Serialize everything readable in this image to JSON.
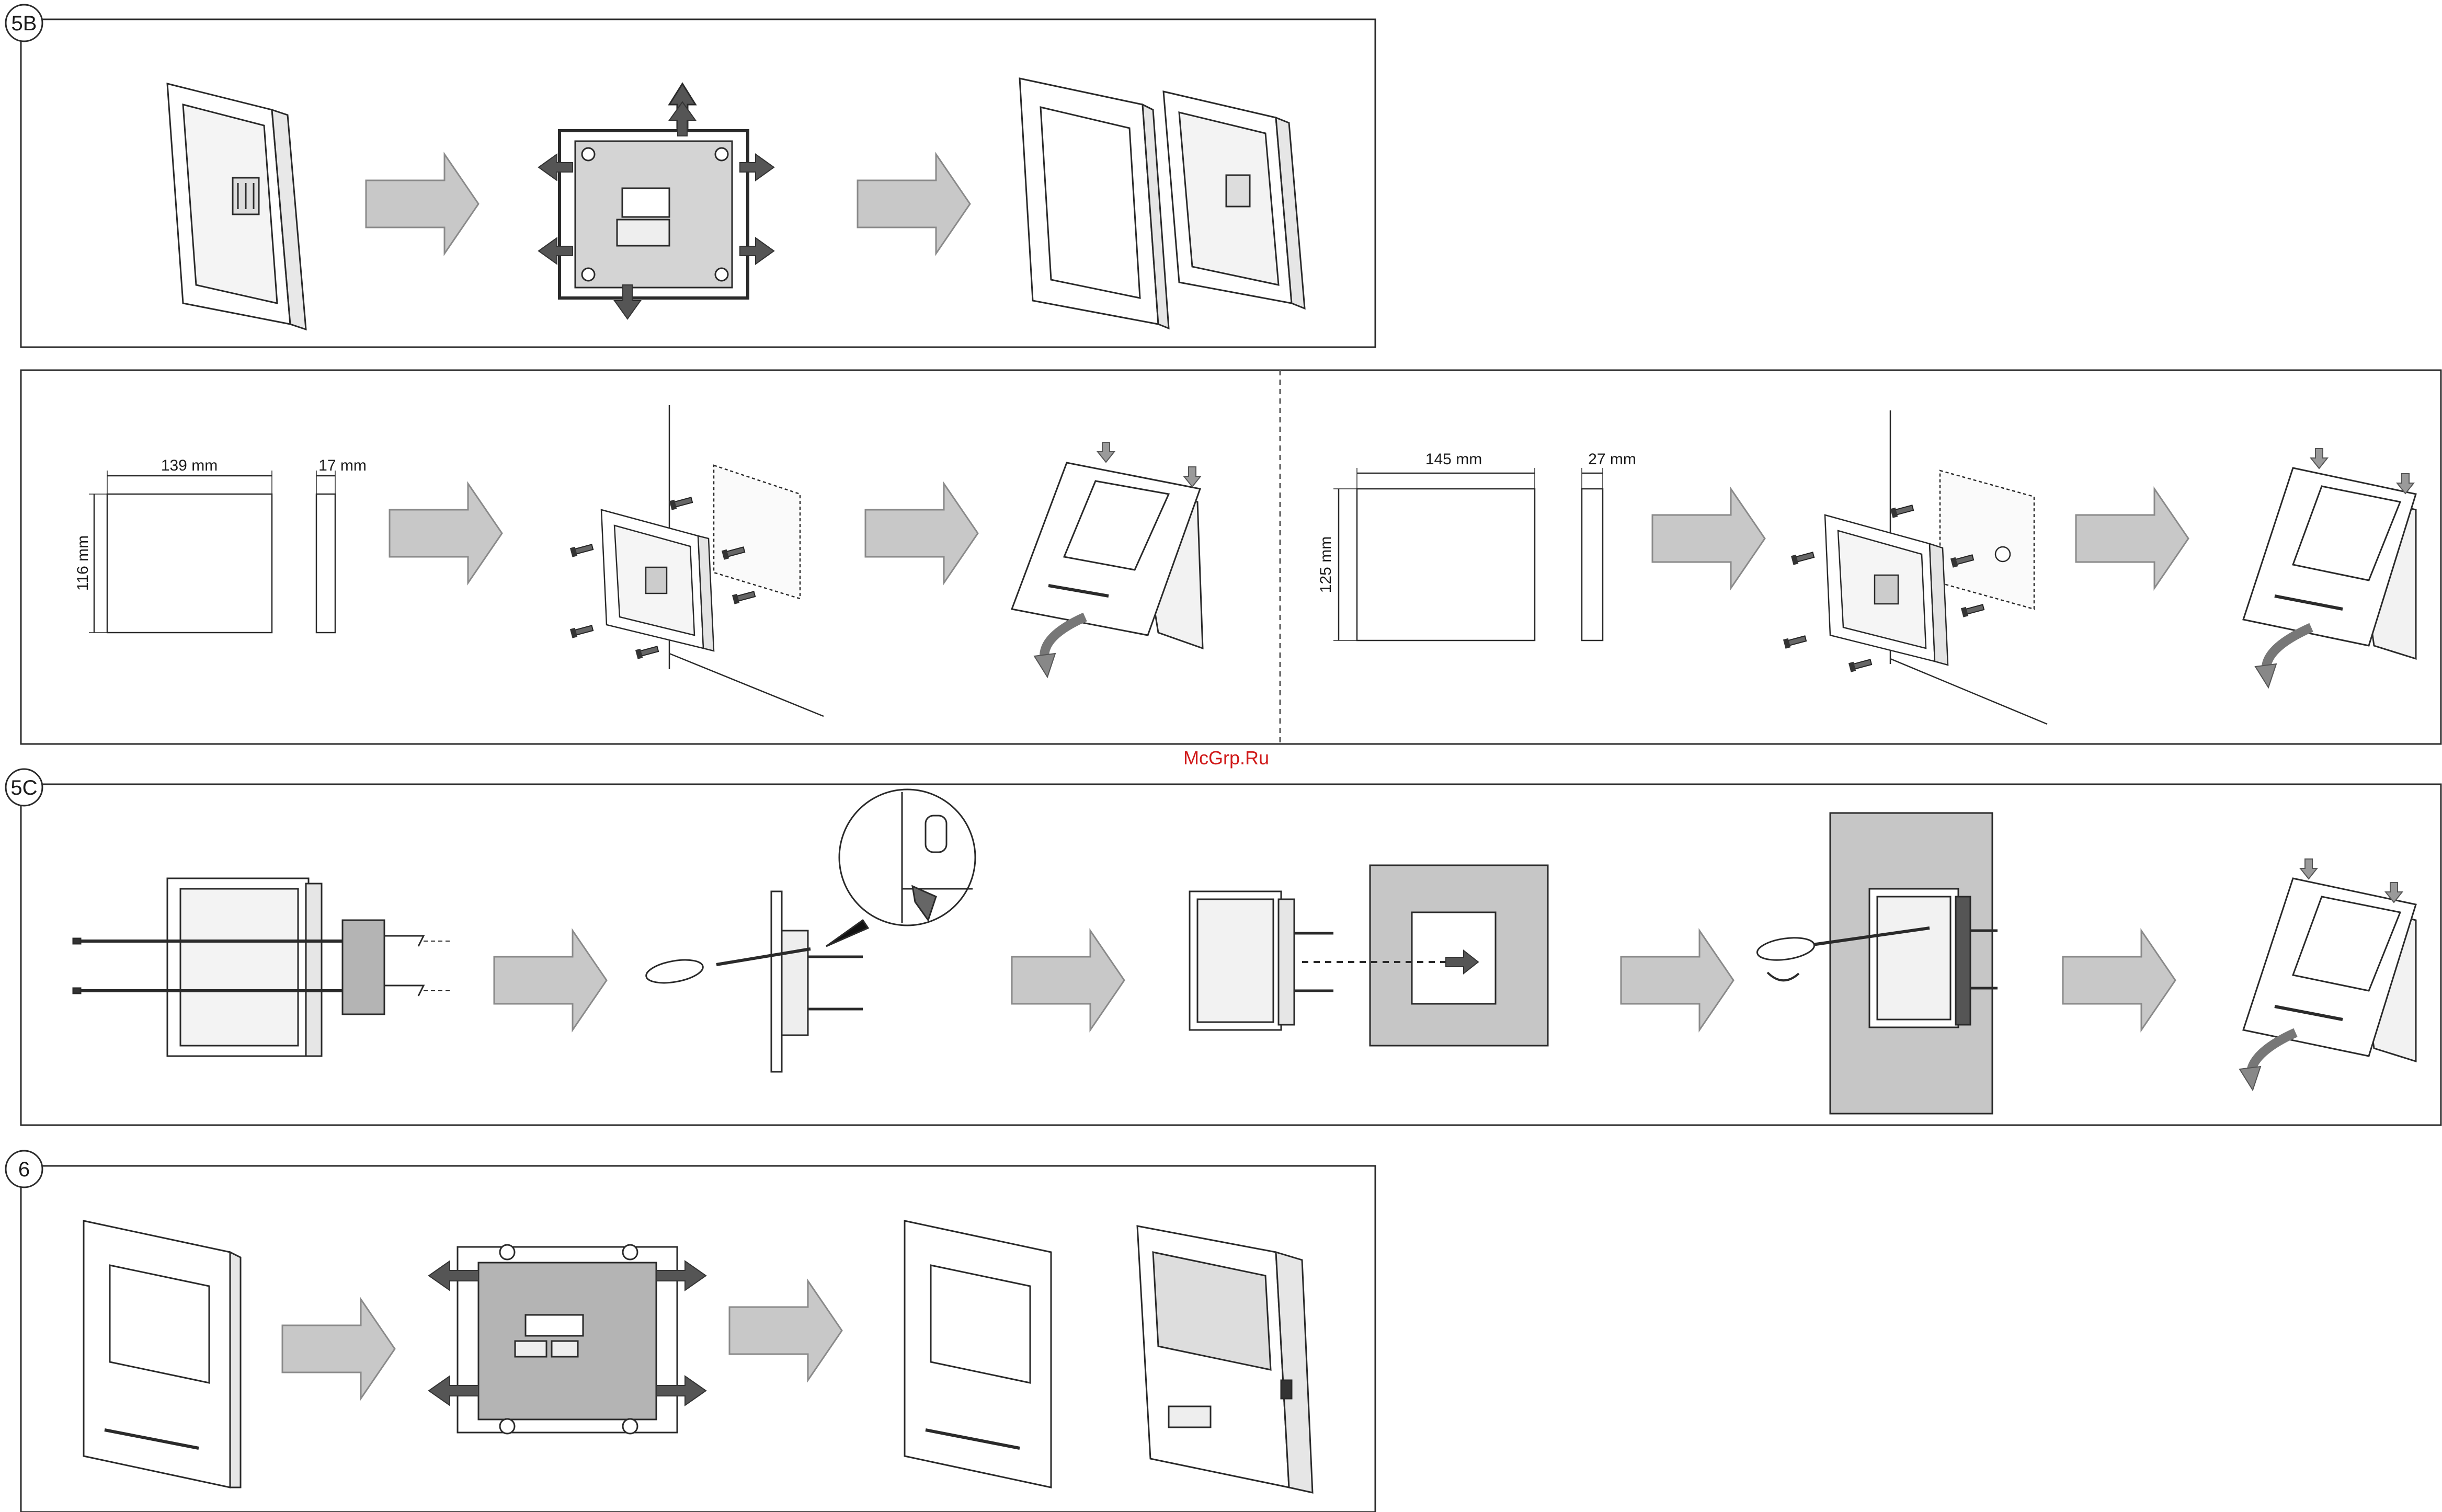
{
  "sections": {
    "s5b": {
      "label": "5B"
    },
    "s5c": {
      "label": "5C"
    },
    "s6": {
      "label": "6"
    }
  },
  "dimensions": {
    "left": {
      "width": "139 mm",
      "height": "116 mm",
      "depth": "17 mm"
    },
    "right": {
      "width": "145 mm",
      "height": "125 mm",
      "depth": "27 mm"
    }
  },
  "watermark": "McGrp.Ru",
  "colors": {
    "line": "#2a2a2a",
    "arrow_fill": "#c8c8c8",
    "arrow_stroke": "#8a8a8a",
    "wall_grey": "#c6c6c6",
    "board_grey": "#b4b4b4",
    "watermark_red": "#d01818"
  }
}
